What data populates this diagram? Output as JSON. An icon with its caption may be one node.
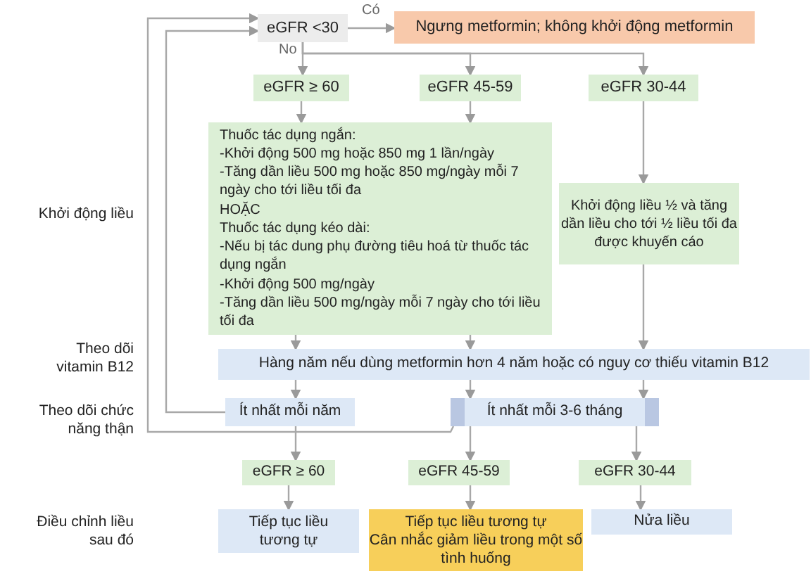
{
  "diagram": {
    "nodes": [
      {
        "text": [
          "eGFR <30"
        ]
      },
      {
        "text": [
          "Ngưng metformin; không khởi động metformin"
        ]
      },
      {
        "text": [
          "eGFR ≥ 60"
        ]
      },
      {
        "text": [
          "eGFR 45-59"
        ]
      },
      {
        "text": [
          "eGFR 30-44"
        ]
      },
      {
        "text": [
          "Thuốc tác dụng ngắn:",
          "-Khởi động 500 mg hoặc 850 mg 1 lần/ngày",
          "-Tăng dần liều 500 mg hoặc 850 mg/ngày mỗi 7 ngày cho tới liều tối đa",
          "HOẶC",
          "Thuốc tác dụng kéo dài:",
          "-Nếu bị tác dung phụ đường tiêu hoá từ thuốc tác dụng ngắn",
          "-Khởi động 500 mg/ngày",
          "-Tăng dần liều 500 mg/ngày mỗi 7 ngày cho tới liều tối đa"
        ]
      },
      {
        "text": [
          "Khởi động liều ½ và tăng dần liều cho tới ½ liều tối đa được khuyến cáo"
        ]
      },
      {
        "text": [
          "Hàng năm nếu dùng metformin hơn 4 năm hoặc có nguy cơ thiếu vitamin B12"
        ]
      },
      {
        "text": [
          "Ít nhất mỗi năm"
        ]
      },
      {
        "text": [
          "Ít nhất mỗi 3-6 tháng"
        ]
      },
      {
        "text": [
          "eGFR ≥ 60"
        ]
      },
      {
        "text": [
          "eGFR 45-59"
        ]
      },
      {
        "text": [
          "eGFR 30-44"
        ]
      },
      {
        "text": [
          "Tiếp tục liều tương tự"
        ]
      },
      {
        "text": [
          "Tiếp tục liều tương tự",
          "Cân nhắc giảm liều trong một số tình huống"
        ]
      },
      {
        "text": [
          "Nửa liều"
        ]
      }
    ],
    "edges": [
      {
        "from": 0,
        "to": 1,
        "arrow": "to",
        "label": "Có"
      },
      {
        "from": 0,
        "to": 2,
        "arrow": "to",
        "label": "No"
      },
      {
        "from": 0,
        "to": 3,
        "arrow": "to"
      },
      {
        "from": 0,
        "to": 4,
        "arrow": "to"
      },
      {
        "from": 2,
        "to": 5,
        "arrow": "to"
      },
      {
        "from": 3,
        "to": 5,
        "arrow": "to"
      },
      {
        "from": 4,
        "to": 6,
        "arrow": "to"
      },
      {
        "from": 5,
        "to": 7,
        "arrow": "to"
      },
      {
        "from": 5,
        "to": 7,
        "arrow": "to"
      },
      {
        "from": 6,
        "to": 7,
        "arrow": "to"
      },
      {
        "from": 7,
        "to": 8,
        "arrow": "to"
      },
      {
        "from": 7,
        "to": 9,
        "arrow": "to"
      },
      {
        "from": 7,
        "to": 9,
        "arrow": "to"
      },
      {
        "from": 8,
        "to": 10,
        "arrow": "to"
      },
      {
        "from": 9,
        "to": 11,
        "arrow": "to"
      },
      {
        "from": 9,
        "to": 12,
        "arrow": "to"
      },
      {
        "from": 10,
        "to": 13,
        "arrow": "to"
      },
      {
        "from": 11,
        "to": 14,
        "arrow": "to"
      },
      {
        "from": 12,
        "to": 15,
        "arrow": "to"
      },
      {
        "from": 8,
        "to": 0,
        "arrow": "to"
      },
      {
        "from": 9,
        "to": 0,
        "arrow": "to"
      }
    ],
    "labels": [
      "Khởi động liều",
      "Theo dõi vitamin B12",
      "Theo dõi chức năng thận",
      "Điều chỉnh liều sau đó"
    ]
  }
}
